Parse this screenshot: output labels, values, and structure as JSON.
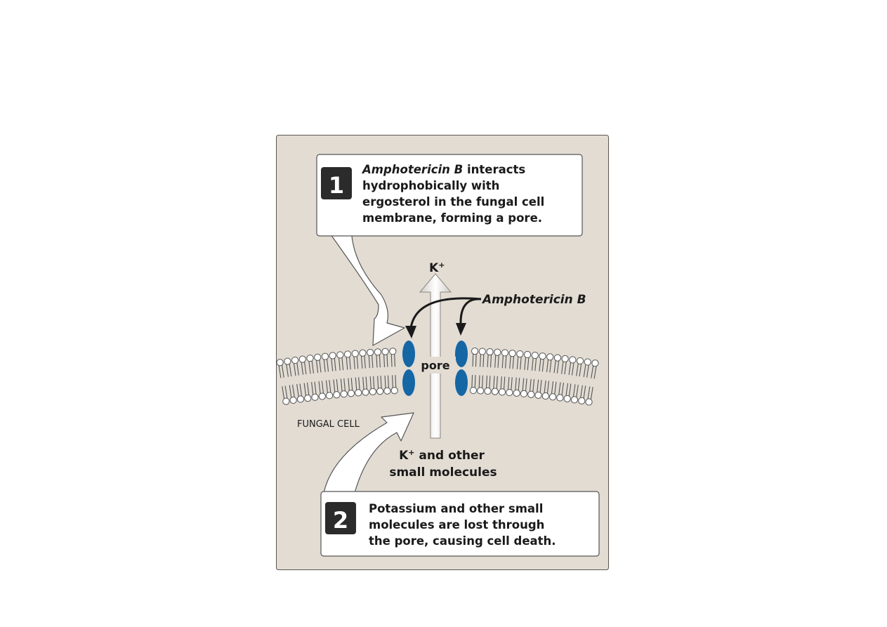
{
  "colors": {
    "panel_bg": "#e2dcd3",
    "panel_border": "#5a5550",
    "callout_bg": "#ffffff",
    "number_badge": "#2b2b2b",
    "drug_molecule": "#1566a5",
    "arrow_dark": "#1a1a1a"
  },
  "step1": {
    "number": "1",
    "drug_name": "Amphotericin B",
    "line1_rest": " interacts",
    "line2": "hydrophobically with",
    "line3": "ergosterol in the fungal cell",
    "line4": "membrane, forming a pore."
  },
  "step2": {
    "number": "2",
    "line1": "Potassium and other small",
    "line2": "molecules are lost through",
    "line3": "the pore, causing cell death."
  },
  "labels": {
    "k_top": "K",
    "k_top_sup": "+",
    "amphotericin": "Amphotericin B",
    "pore": "pore",
    "fungal_cell": "FUNGAL CELL",
    "k_bottom": "K",
    "k_bottom_sup": "+",
    "k_bottom_rest": " and other",
    "small_molecules": "small molecules"
  }
}
